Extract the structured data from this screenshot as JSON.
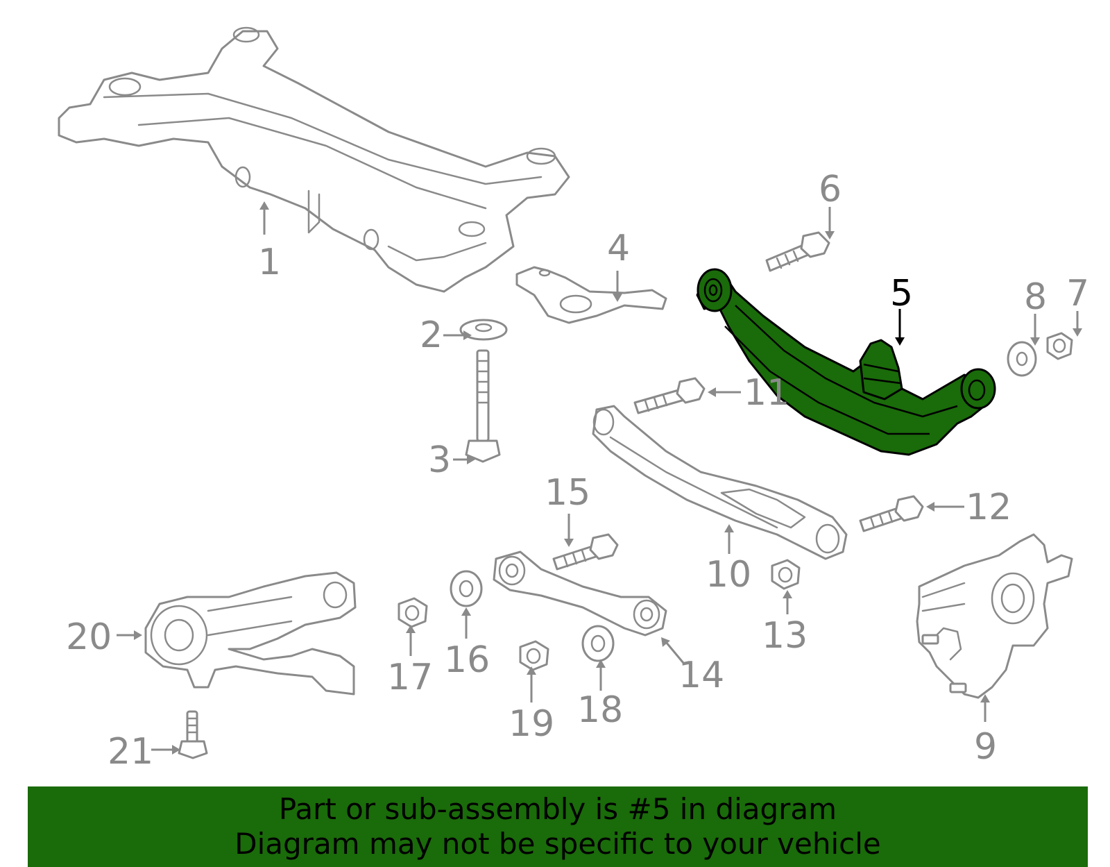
{
  "diagram": {
    "highlight_color": "#1a6b0a",
    "part_outline_color": "#8a8a8a",
    "highlighted_part": "5",
    "callouts": [
      "1",
      "2",
      "3",
      "4",
      "5",
      "6",
      "7",
      "8",
      "9",
      "10",
      "11",
      "12",
      "13",
      "14",
      "15",
      "16",
      "17",
      "18",
      "19",
      "20",
      "21"
    ]
  },
  "banner": {
    "line1": "Part or sub-assembly is #5 in diagram",
    "line2": "Diagram may not be specific to your vehicle"
  }
}
